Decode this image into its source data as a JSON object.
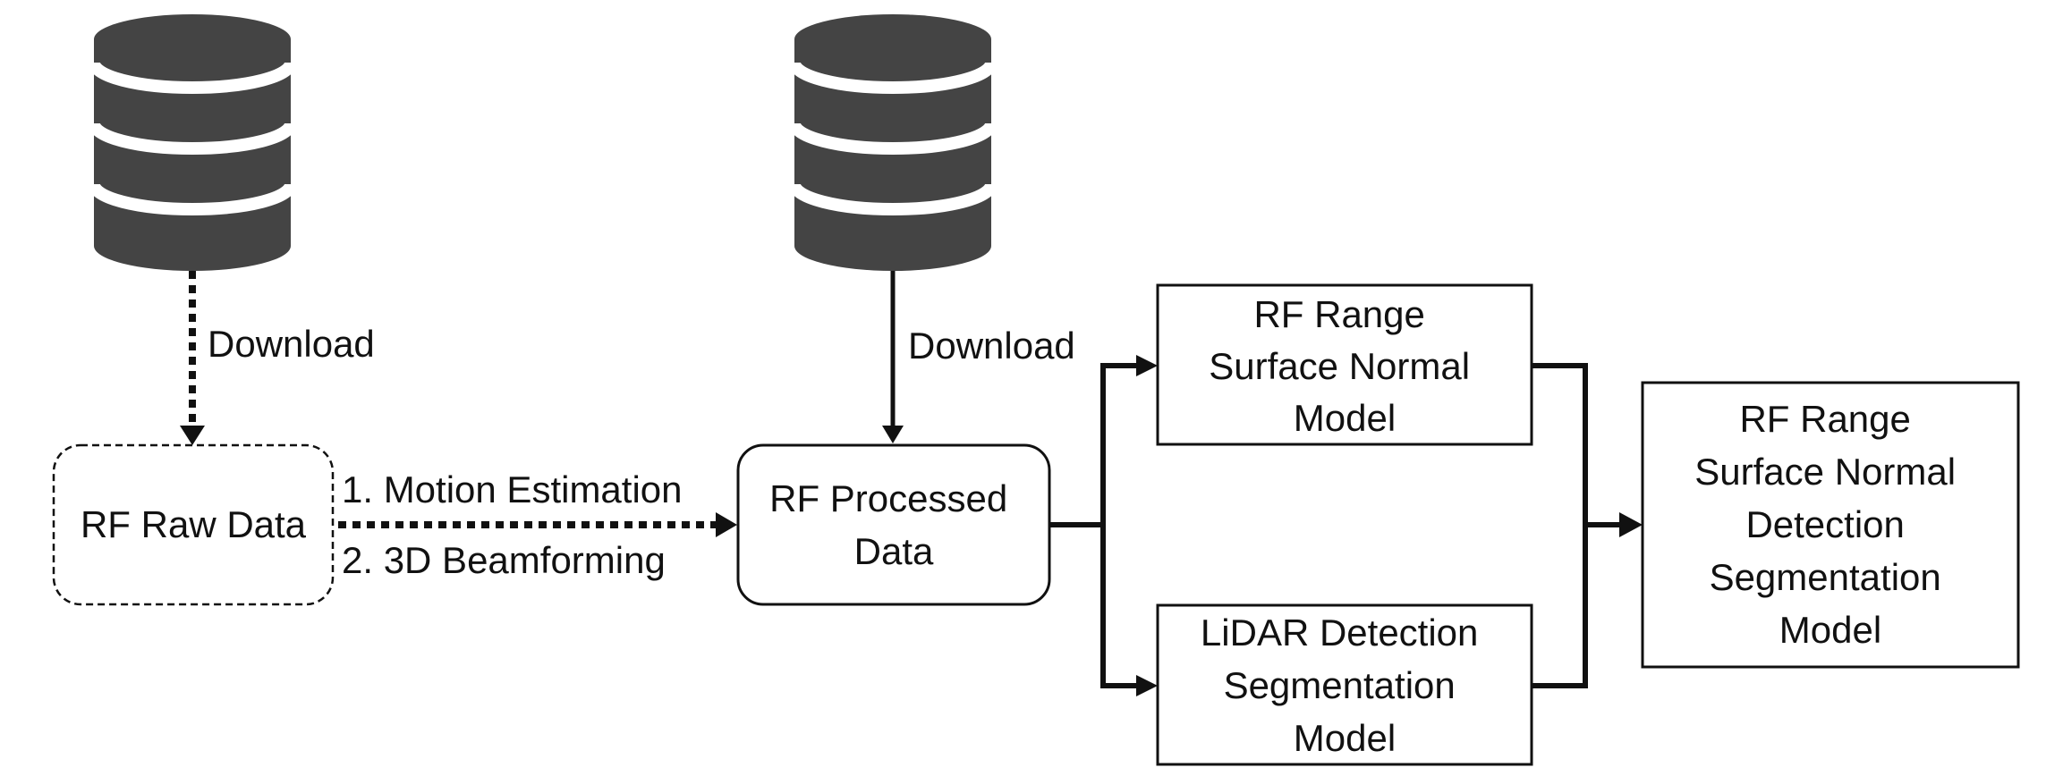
{
  "diagram": {
    "databases": [
      {
        "icon": "database-icon"
      },
      {
        "icon": "database-icon"
      }
    ],
    "edges": {
      "download_raw": "Download",
      "download_processed": "Download",
      "processing_step_1": "1. Motion Estimation",
      "processing_step_2": "2. 3D Beamforming"
    },
    "nodes": {
      "rf_raw_data": {
        "lines": [
          "RF Raw Data"
        ]
      },
      "rf_processed_data": {
        "lines": [
          "RF Processed",
          "Data"
        ]
      },
      "rf_range_surface_normal_model": {
        "lines": [
          "RF Range",
          "Surface Normal",
          "Model"
        ]
      },
      "lidar_detection_segmentation_model": {
        "lines": [
          "LiDAR Detection",
          "Segmentation",
          "Model"
        ]
      },
      "combined_model": {
        "lines": [
          "RF Range",
          "Surface Normal",
          "Detection",
          "Segmentation",
          "Model"
        ]
      }
    },
    "colors": {
      "database_fill": "#444444",
      "stroke": "#111111",
      "background": "#ffffff"
    }
  }
}
